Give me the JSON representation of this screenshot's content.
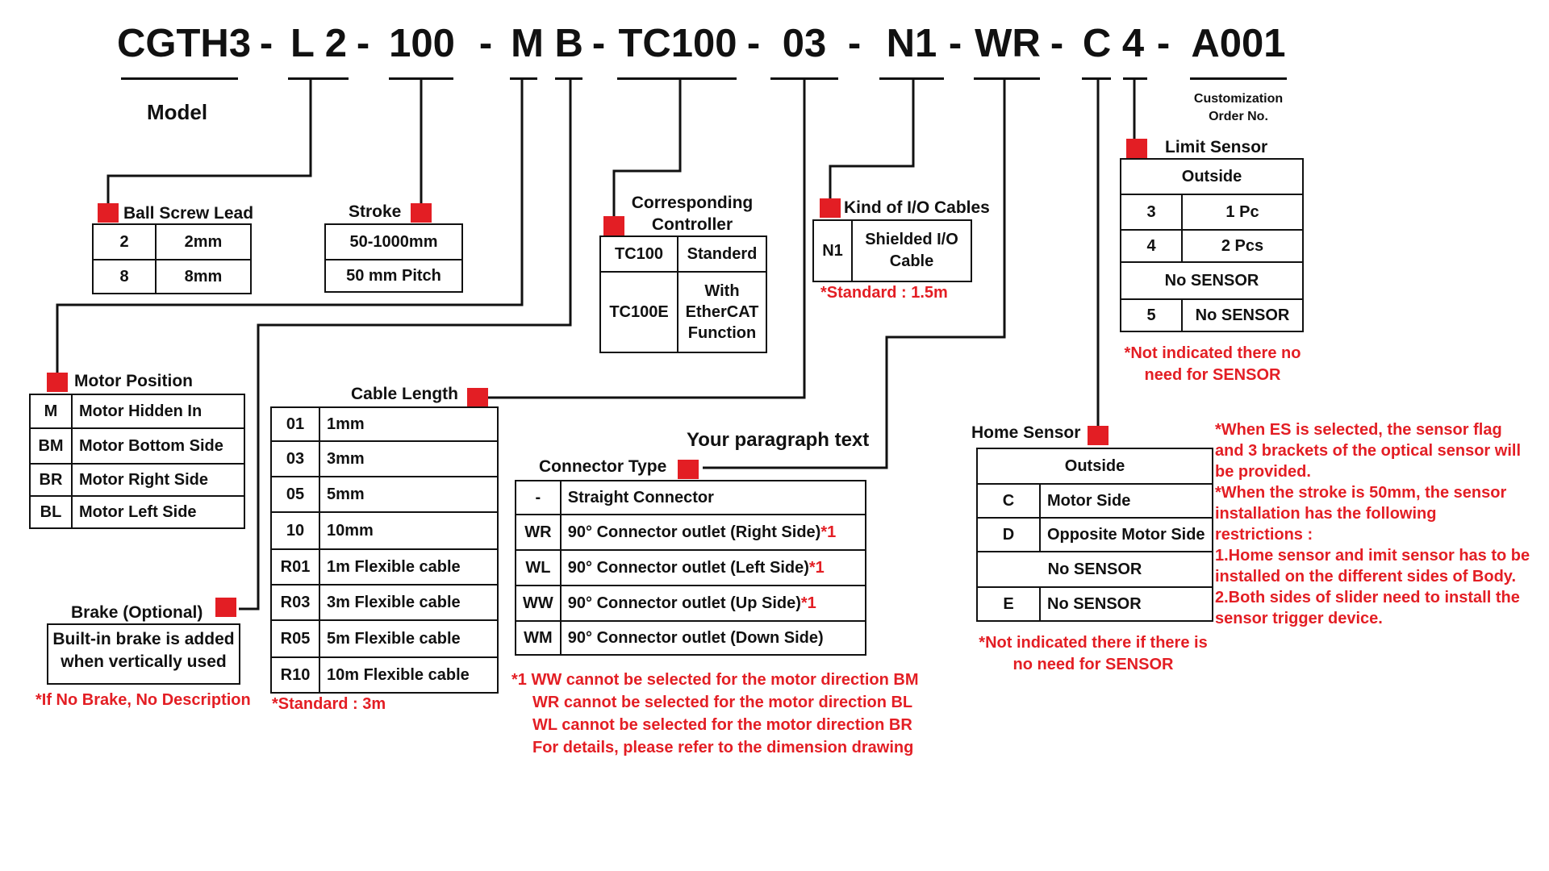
{
  "code_segments": [
    {
      "id": "model",
      "text": "CGTH3"
    },
    {
      "id": "lead",
      "text": "L 2"
    },
    {
      "id": "stroke",
      "text": "100"
    },
    {
      "id": "motorpos",
      "text": "M B"
    },
    {
      "id": "controller",
      "text": "TC100"
    },
    {
      "id": "cable",
      "text": "03"
    },
    {
      "id": "io",
      "text": "N1"
    },
    {
      "id": "connector",
      "text": "WR"
    },
    {
      "id": "homelimit",
      "text": "C 4"
    },
    {
      "id": "custom",
      "text": "A001"
    }
  ],
  "dash": "-",
  "model_label": "Model",
  "customization_label": "Customization\nOrder No.",
  "ball_screw": {
    "title": "Ball Screw Lead",
    "rows": [
      {
        "code": "2",
        "desc": "2mm"
      },
      {
        "code": "8",
        "desc": "8mm"
      }
    ]
  },
  "stroke": {
    "title": "Stroke",
    "rows": [
      "50-1000mm",
      "50 mm Pitch"
    ]
  },
  "controller": {
    "title": "Corresponding\nController",
    "rows": [
      {
        "code": "TC100",
        "desc": "Standerd"
      },
      {
        "code": "TC100E",
        "desc": "With\nEtherCAT\nFunction"
      }
    ]
  },
  "io_cable": {
    "title": "Kind of I/O Cables",
    "rows": [
      {
        "code": "N1",
        "desc": "Shielded I/O\nCable"
      }
    ],
    "note": "*Standard : 1.5m"
  },
  "limit_sensor": {
    "title": "Limit Sensor",
    "header": "Outside",
    "rows": [
      {
        "code": "3",
        "desc": "1 Pc"
      },
      {
        "code": "4",
        "desc": "2 Pcs"
      }
    ],
    "subheader": "No SENSOR",
    "rows2": [
      {
        "code": "5",
        "desc": "No SENSOR"
      }
    ],
    "note": "*Not indicated there no\nneed for  SENSOR"
  },
  "motor_position": {
    "title": "Motor Position",
    "rows": [
      {
        "code": "M",
        "desc": "Motor Hidden In"
      },
      {
        "code": "BM",
        "desc": "Motor Bottom Side"
      },
      {
        "code": "BR",
        "desc": "Motor Right Side"
      },
      {
        "code": "BL",
        "desc": "Motor Left Side"
      }
    ]
  },
  "cable_length": {
    "title": "Cable Length",
    "rows": [
      {
        "code": "01",
        "desc": "1mm"
      },
      {
        "code": "03",
        "desc": "3mm"
      },
      {
        "code": "05",
        "desc": "5mm"
      },
      {
        "code": "10",
        "desc": "10mm"
      },
      {
        "code": "R01",
        "desc": "1m Flexible cable"
      },
      {
        "code": "R03",
        "desc": "3m Flexible cable"
      },
      {
        "code": "R05",
        "desc": "5m Flexible cable"
      },
      {
        "code": "R10",
        "desc": "10m Flexible cable"
      }
    ],
    "note": "*Standard : 3m"
  },
  "paragraph_placeholder": "Your paragraph text",
  "connector_type": {
    "title": "Connector Type",
    "rows": [
      {
        "code": "-",
        "desc": "Straight Connector",
        "mark": ""
      },
      {
        "code": "WR",
        "desc": "90° Connector outlet (Right Side)",
        "mark": "*1"
      },
      {
        "code": "WL",
        "desc": "90° Connector outlet (Left Side)",
        "mark": "*1"
      },
      {
        "code": "WW",
        "desc": "90° Connector outlet (Up Side)",
        "mark": "*1"
      },
      {
        "code": "WM",
        "desc": "90° Connector outlet (Down Side)",
        "mark": ""
      }
    ],
    "notes": [
      "*1 WW cannot be selected for the motor direction BM",
      "WR cannot be selected for the motor direction BL",
      "WL cannot be selected for the motor direction BR",
      "For details, please refer to the dimension drawing"
    ]
  },
  "home_sensor": {
    "title": "Home Sensor",
    "header": "Outside",
    "rows": [
      {
        "code": "C",
        "desc": "Motor  Side"
      },
      {
        "code": "D",
        "desc": "Opposite Motor Side"
      }
    ],
    "subheader": "No SENSOR",
    "rows2": [
      {
        "code": "E",
        "desc": "No SENSOR"
      }
    ],
    "note": "*Not indicated there if there is\nno need for SENSOR"
  },
  "brake": {
    "title": "Brake (Optional)",
    "text": "Built-in brake is added\nwhen vertically used",
    "note": "*If No Brake, No Description"
  },
  "side_notes": [
    "*When ES is selected, the sensor flag",
    "and 3 brackets of the optical sensor will",
    "be provided.",
    "*When the stroke is 50mm, the sensor",
    "installation has the following",
    "restrictions :",
    "1.Home sensor and imit sensor has to be",
    "installed on the different  sides of Body.",
    "2.Both sides of slider need to install the",
    "sensor trigger device."
  ],
  "colors": {
    "accent": "#e31e24",
    "ink": "#111111"
  }
}
